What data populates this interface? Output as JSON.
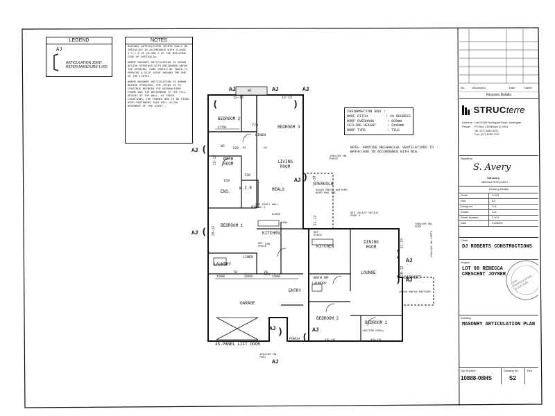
{
  "legend": {
    "title": "LEGEND",
    "symbol": "AJ",
    "entry": "ARTICULATION JOINT. REFER ANNEXURE 1,000"
  },
  "notes": {
    "title": "NOTES",
    "para1": "MASONRY ARTICULATION JOINTS SHALL BE INSTALLED IN ACCORDANCE WITH CLAUSE 3.3.1.8 OF VOLUME 2 OF THE BUILDING CODE OF AUSTRALIA.",
    "para2": "WHERE MASONRY ARTICULATION IS SHOWN BESIDE OPENINGS WITH BRICKWORK ABOVE THE OPENING, CARE SHOULD BE TAKEN TO PROVIDE A SLIP JOINT AROUND THE END OF THE LINTEL.",
    "para3": "WHERE MASONRY ARTICULATION IS SHOWN BESIDE OPENINGS, THE JOINT IS TO CONTINUE BETWEEN THE WINDOW/DOOR FRAME AND THE BRICKWORK TO THE FULL HEIGHT OF THE WALL. AT THESE LOCATIONS, THE FRAMES ARE TO BE FIXED WITH FASTENERS THAT WILL ALLOW MOVEMENT OF THE JOINT."
  },
  "info_box": {
    "title": "INFORMATION BOX :",
    "rows": [
      {
        "k": "ROOF PITCH",
        "v": ":  20 DEGREES"
      },
      {
        "k": "ROOF OVERHANG",
        "v": ":  600mm"
      },
      {
        "k": "CEILING HEIGHT",
        "v": ":  2440mm"
      },
      {
        "k": "ROOF TYPE",
        "v": ":  TILE"
      }
    ]
  },
  "plan_note": "NOTE- PROVIDE MECHANICAL VENTILATIONS TO BATH/LAUD IN ACCORDANCE WITH BCA.",
  "rooms": {
    "bedroom2_top": "BEDROOM 2",
    "bedroom3": "BEDROOM 3",
    "linen_top": "LINEN",
    "bathroom": "BATH ROOM",
    "living": "LIVING ROOM",
    "wir": "W.I.R",
    "ens": "ENS.",
    "meals": "MEALS",
    "pergola": "PERGOLA",
    "bedroom1_left": "BEDROOM 1",
    "kitchen_left": "KITCHEN",
    "ref_space_left": "REF SPACE",
    "linen_left": "LINEN",
    "laundry_left": "LAUNDRY",
    "garage": "GARAGE",
    "entry": "ENTRY",
    "porch": "PORCH",
    "lift_door": "4S-PANEL LIFT DOOR",
    "kitchen_right": "KITCHEN",
    "ref_space_right": "REF SPACE",
    "dining": "DINING ROOM",
    "lounge": "LOUNGE",
    "bath_rm": "BATH RM",
    "laundry_right": "LAUNDRY",
    "carport": "CARPORT",
    "bedroom2_right": "BEDROOM 2",
    "bedroom1_right": "BEDROOM 1",
    "bottom_open": "(BOTTOM OPEN)",
    "wc": "WC",
    "wt": "WT",
    "fan": "FAN"
  },
  "callouts": {
    "party_wall": "SEE PARTY WALL PAGE 2",
    "valley_detail": "SEE VALLEY DETAIL PAGE 6",
    "rafters_top": "45x90 MGP10 RAFTERS @900 MAX CRS",
    "rafters_carport": "45x90 MGP10 RAFTERS",
    "hw_post": "100x100 HW POSTS",
    "hw_post2": "100x100 HW POST",
    "hw_post3": "100x100 HW POST",
    "hw_post4": "100x100 HW POSTS",
    "br_bar": "B/BAR",
    "sink": "SINK",
    "ua": "UA",
    "bz": "BZ"
  },
  "dimensions": {
    "d1750": "1750",
    "d1500a": "1500",
    "d70a": "70",
    "d2660": "2660",
    "d70b": "70",
    "d1500b": "1500",
    "d770": "770",
    "d720": "720",
    "d820a": "820",
    "d820b": "820",
    "d720b": "720",
    "d7600": "720",
    "j12_15a": "12-15",
    "j12_15b": "12-15",
    "j12_12": "12-12",
    "j12_18": "12-18",
    "j21_12": "21-12",
    "j15_12": "15-12",
    "j18_18a": "18-18",
    "j18_18b": "18-18",
    "j21_24": "21-24",
    "j18_12": "18-12"
  },
  "aj_marks": {
    "top1": "AJ",
    "top2": "AJ",
    "top3": "AJ",
    "left1": "AJ",
    "left2": "AJ",
    "mid1": "AJ",
    "right1": "AJ",
    "right2": "AJ",
    "bot1": "AJ",
    "bot2": "AJ",
    "bot3": "AJ"
  },
  "title_block": {
    "rev_headers": [
      "No.",
      "Description",
      "Date",
      "Name"
    ],
    "rev_title": "Revision Details",
    "logo_a": "STRUC",
    "logo_b": "terre",
    "address_label": "Address:",
    "address": "Unit 5/180 Northgate Road, Northgate",
    "postal_label": "Postal:",
    "postal": "PO Box 133 Banyo Q 4014",
    "tel": "Tel: (07) 3260 6371",
    "fax": "Fax: (07) 3260 7247",
    "signature_label": "Signature",
    "signature": "S. Avery",
    "signer": "Sid Avery",
    "signer_sub": "MIEAust RPEQ 6523",
    "drawing_details": "Drawing Details",
    "details": [
      {
        "k": "Scale",
        "v": "1:100"
      },
      {
        "k": "Size",
        "v": "A3"
      },
      {
        "k": "Designed",
        "v": "S.A."
      },
      {
        "k": "Drawn",
        "v": "S.A."
      },
      {
        "k": "Sheet Number",
        "v": "2 of 3"
      },
      {
        "k": "Date",
        "v": "01/06/09"
      }
    ],
    "client_label": "Client",
    "client": "DJ ROBERTS CONSTRUCTIONS",
    "project_label": "Project",
    "project": "LOT 98 REBECCA CRESCENT JOYNER",
    "drawing_label": "Drawing",
    "drawing": "MASONRY ARTICULATION PLAN",
    "job_label": "Job Number",
    "job": "10888-08HS",
    "drawing_no_label": "Drawing No.",
    "drawing_no": "S2",
    "rev_label": "Rev."
  },
  "stamp": {
    "text": "THE CERTIFICATION ... 8 JUN 2009"
  }
}
